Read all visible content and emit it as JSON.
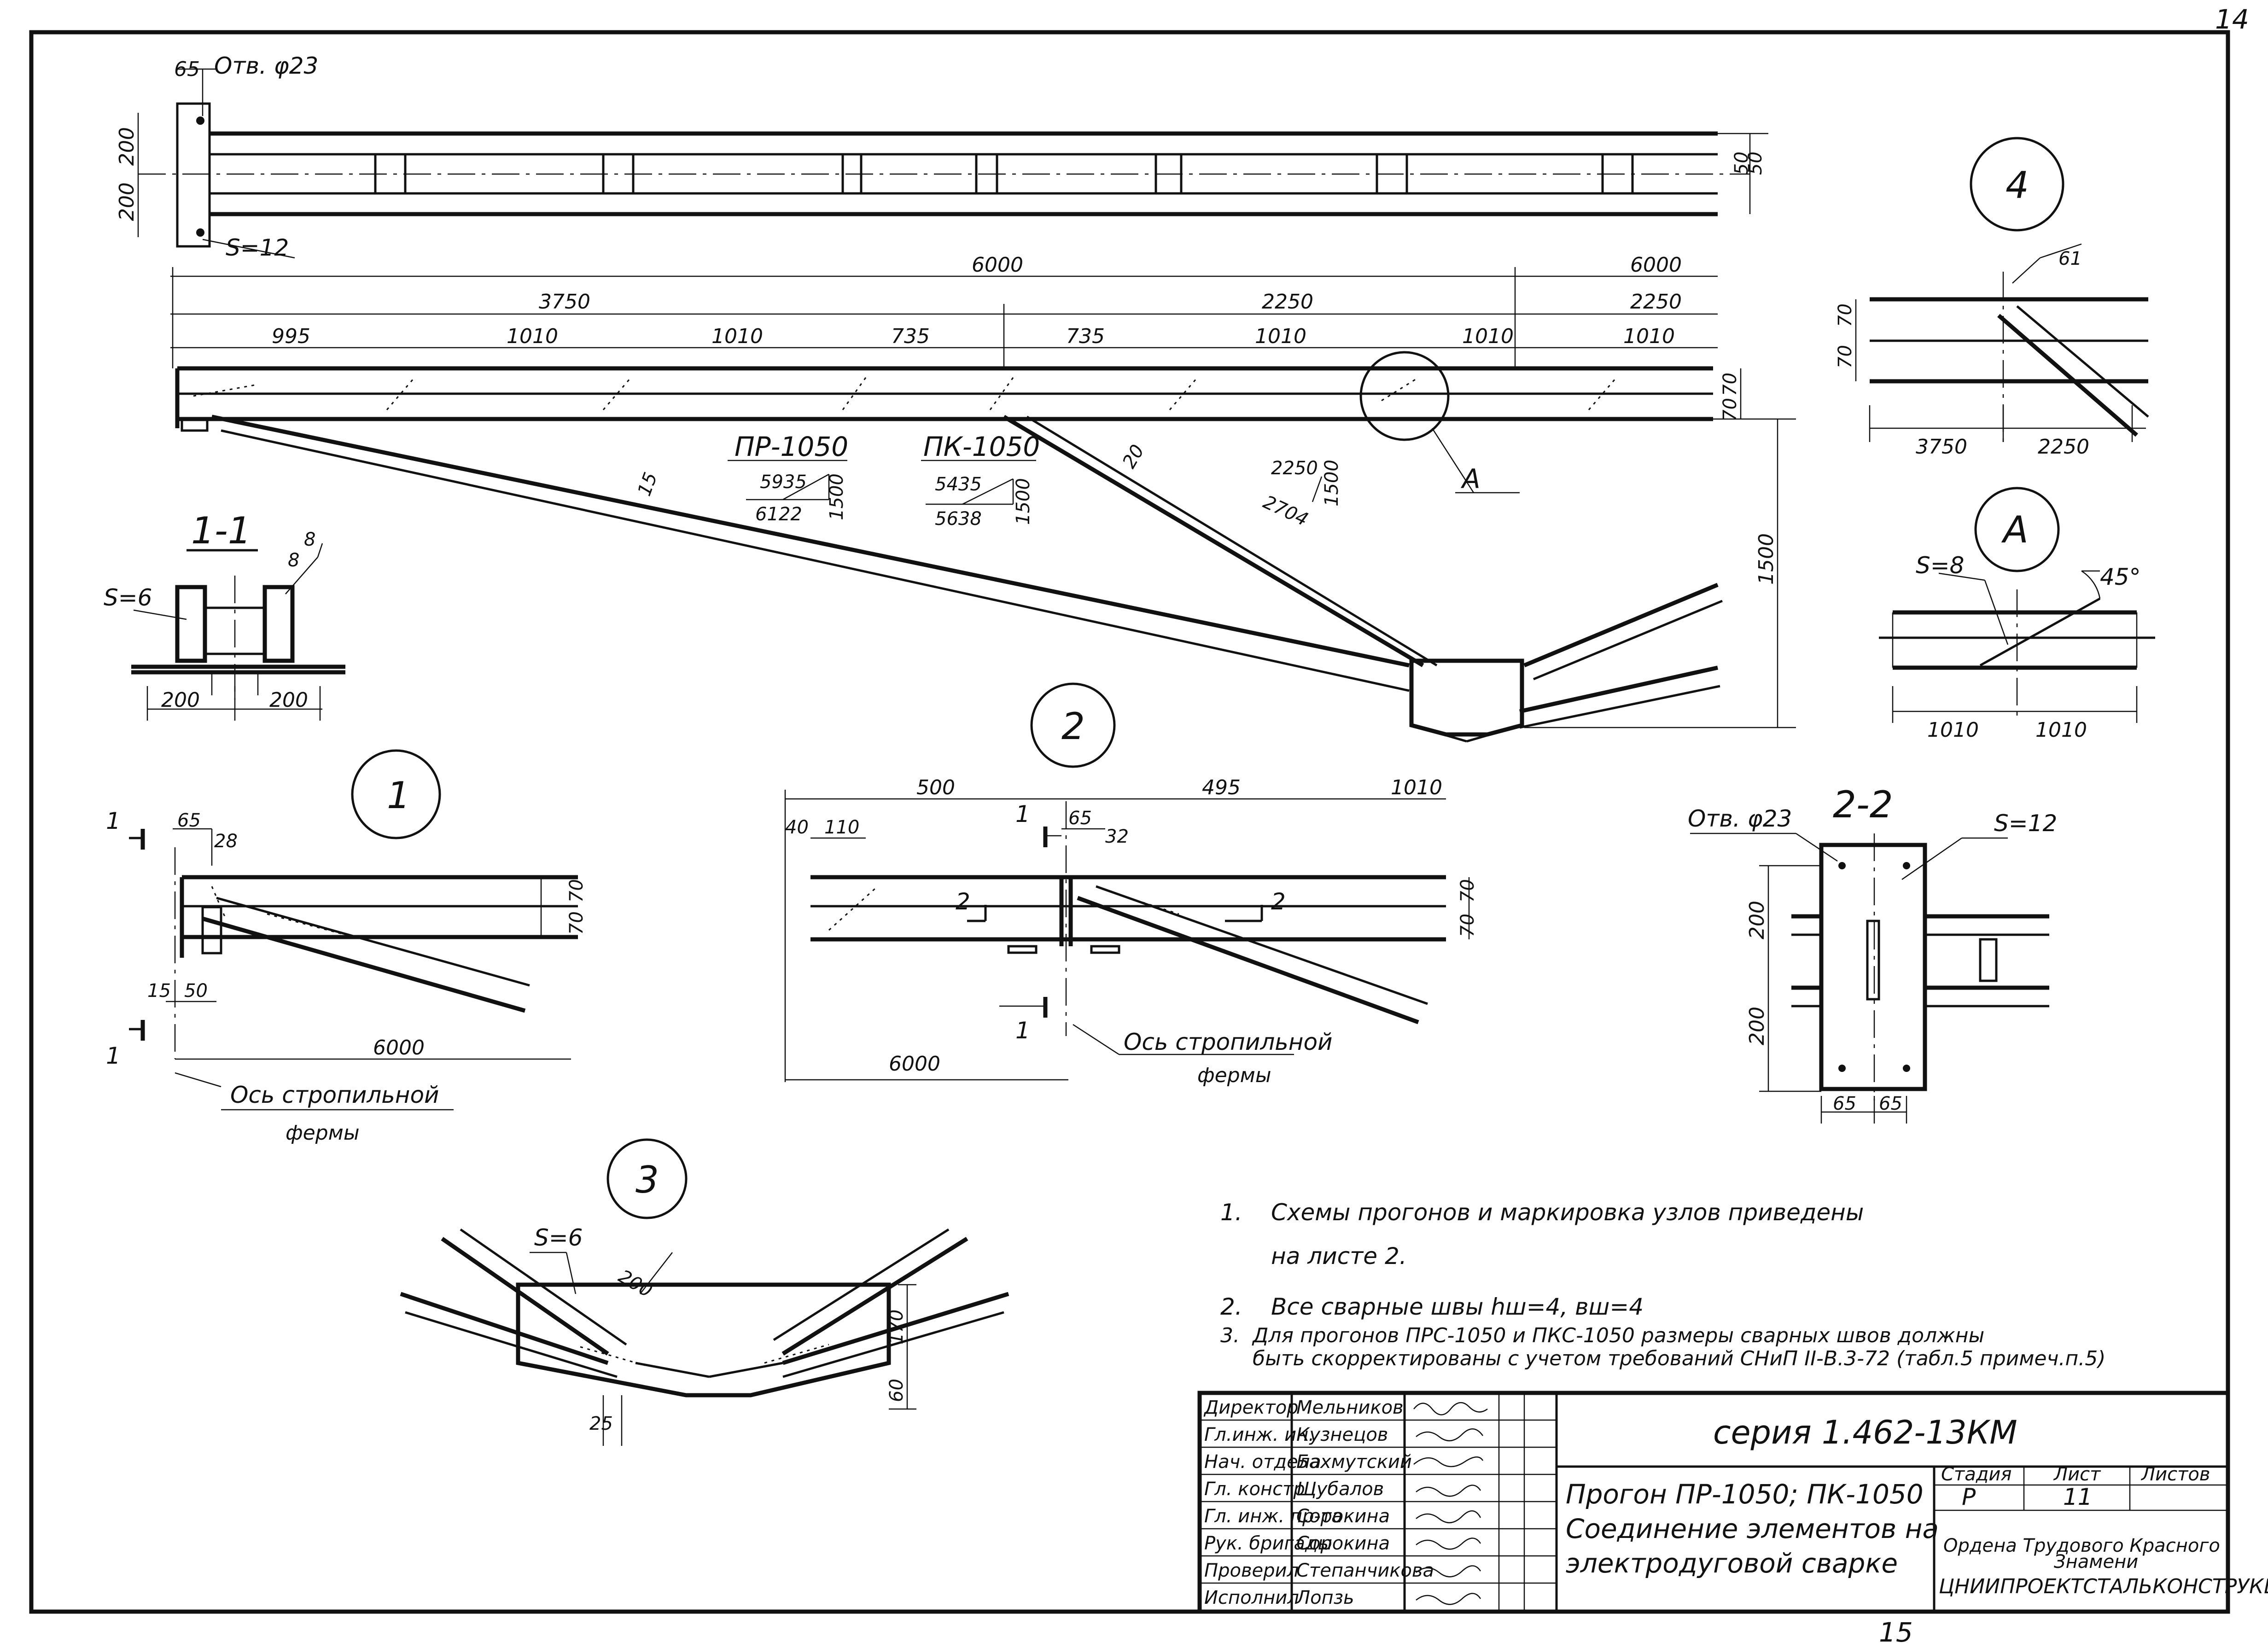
{
  "sheet": {
    "corner_number": "14",
    "bottom_number": "15"
  },
  "main_view": {
    "top_hole_label": "Отв. φ23",
    "top_dim_65": "65",
    "top_dim_200a": "200",
    "top_dim_200b": "200",
    "right_dim_50a": "50",
    "right_dim_50b": "50",
    "plate_label": "S=12",
    "dim_total_left": "6000",
    "dim_total_right": "6000",
    "dim_3750": "3750",
    "dim_2250a": "2250",
    "dim_2250b": "2250",
    "panels": [
      "995",
      "1010",
      "1010",
      "735",
      "735",
      "1010",
      "1010",
      "1010"
    ],
    "chord_70a": "70",
    "chord_70b": "70",
    "height_1500": "1500",
    "pr_mark": "ПР-1050",
    "pr_top": "5935",
    "pr_bottom": "6122",
    "pr_side": "1500",
    "pk_mark": "ПК-1050",
    "pk_top": "5435",
    "pk_bottom": "5638",
    "pk_side": "1500",
    "d3_top": "2250",
    "d3_bottom": "2704",
    "d3_side": "1500",
    "weld_15": "15",
    "weld_20": "20",
    "node_a_label": "А"
  },
  "section_1_1": {
    "title": "1-1",
    "plate": "S=6",
    "weld_8a": "8",
    "weld_8b": "8",
    "dim_200a": "200",
    "dim_200b": "200"
  },
  "node_4": {
    "circle": "4",
    "dim_61": "61",
    "dim_70a": "70",
    "dim_70b": "70",
    "dim_3750": "3750",
    "dim_2250": "2250"
  },
  "node_A": {
    "circle": "А",
    "plate": "S=8",
    "angle": "45°",
    "dim_1010a": "1010",
    "dim_1010b": "1010"
  },
  "node_1": {
    "circle": "1",
    "cut_mark_top": "1",
    "cut_mark_bottom": "1",
    "dim_65": "65",
    "dim_28": "28",
    "dim_70a": "70",
    "dim_70b": "70",
    "dim_15": "15",
    "dim_50": "50",
    "dim_6000": "6000",
    "axis_label_1": "Ось  стропильной",
    "axis_label_2": "фермы"
  },
  "node_2": {
    "circle": "2",
    "dim_500": "500",
    "dim_495": "495",
    "dim_1010": "1010",
    "dim_40": "40",
    "dim_110": "110",
    "dim_65": "65",
    "dim_32": "32",
    "cut_1_top": "1",
    "cut_1_bottom": "1",
    "cut_2_left": "2",
    "cut_2_right": "2",
    "dim_70a": "70",
    "dim_70b": "70",
    "dim_6000": "6000",
    "axis_label_1": "Ось стропильной",
    "axis_label_2": "фермы"
  },
  "section_2_2": {
    "title": "2-2",
    "hole": "Отв. φ23",
    "plate": "S=12",
    "dim_200a": "200",
    "dim_200b": "200",
    "dim_65a": "65",
    "dim_65b": "65"
  },
  "node_3": {
    "circle": "3",
    "plate": "S=6",
    "dim_200": "200",
    "dim_170": "170",
    "dim_60": "60",
    "dim_25": "25"
  },
  "notes": [
    {
      "num": "1.",
      "text": "Схемы   прогонов   и маркировка  узлов  приведены"
    },
    {
      "num": "",
      "text": "на  листе 2."
    },
    {
      "num": "2.",
      "text": "Все                              сварные  швы  hш=4, вш=4"
    },
    {
      "num": "3.",
      "text": "Для  прогонов  ПРС-1050  и ПКС-1050 размеры  сварных  швов  должны"
    },
    {
      "num": "",
      "text": "быть  скорректированы с учетом   требований  СНиП II-В.3-72 (табл.5 примеч.п.5)"
    }
  ],
  "title_block": {
    "series": "серия  1.462-13КМ",
    "title_1": "Прогон  ПР-1050; ПК-1050",
    "title_2": "Соединение   элементов на",
    "title_3": "электродуговой  сварке",
    "stage_header": "Стадия",
    "sheet_header": "Лист",
    "sheets_header": "Листов",
    "stage": "Р",
    "sheet": "11",
    "org_1": "Ордена  Трудового  Красного",
    "org_2": "Знамени",
    "org_3": "ЦНИИПРОЕКТСТАЛЬКОНСТРУКЦИЯ",
    "staff": [
      {
        "role": "Директор",
        "name": "Мельников"
      },
      {
        "role": "Гл.инж. ин.",
        "name": "Кузнецов"
      },
      {
        "role": "Нач. отдела",
        "name": "Бахмутский"
      },
      {
        "role": "Гл. констр",
        "name": "Щубалов"
      },
      {
        "role": "Гл. инж. пр-та",
        "name": "Сорокина"
      },
      {
        "role": "Рук. бригады",
        "name": "Сорокина"
      },
      {
        "role": "Проверил",
        "name": "Степанчикова"
      },
      {
        "role": "Исполнил",
        "name": "Лопзь"
      }
    ]
  }
}
